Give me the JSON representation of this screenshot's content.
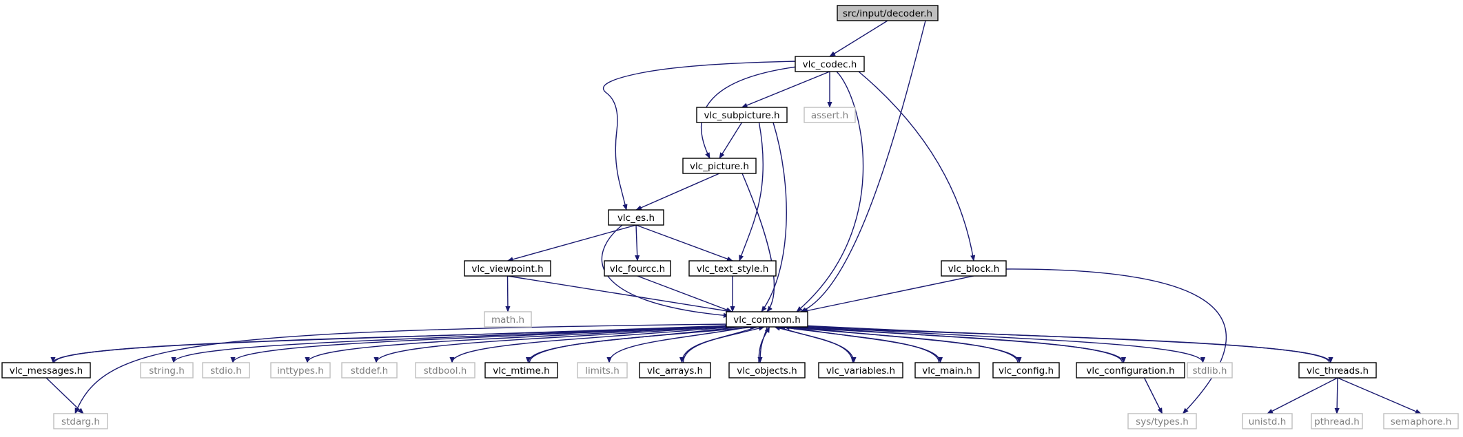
{
  "colors": {
    "edge": "#191970",
    "node_border": "#000000",
    "external_border": "#bfbfbf",
    "external_text": "#7f7f7f",
    "root_fill": "#bfbfbf",
    "node_fill": "#ffffff",
    "text": "#000000"
  },
  "nodes": [
    {
      "id": "decoder",
      "label": "src/input/decoder.h",
      "kind": "root"
    },
    {
      "id": "codec",
      "label": "vlc_codec.h",
      "kind": "local"
    },
    {
      "id": "subpicture",
      "label": "vlc_subpicture.h",
      "kind": "local"
    },
    {
      "id": "assert",
      "label": "assert.h",
      "kind": "external"
    },
    {
      "id": "picture",
      "label": "vlc_picture.h",
      "kind": "local"
    },
    {
      "id": "es",
      "label": "vlc_es.h",
      "kind": "local"
    },
    {
      "id": "viewpoint",
      "label": "vlc_viewpoint.h",
      "kind": "local"
    },
    {
      "id": "fourcc",
      "label": "vlc_fourcc.h",
      "kind": "local"
    },
    {
      "id": "textstyle",
      "label": "vlc_text_style.h",
      "kind": "local"
    },
    {
      "id": "block",
      "label": "vlc_block.h",
      "kind": "local"
    },
    {
      "id": "math",
      "label": "math.h",
      "kind": "external"
    },
    {
      "id": "common",
      "label": "vlc_common.h",
      "kind": "local"
    },
    {
      "id": "messages",
      "label": "vlc_messages.h",
      "kind": "local"
    },
    {
      "id": "string",
      "label": "string.h",
      "kind": "external"
    },
    {
      "id": "stdio",
      "label": "stdio.h",
      "kind": "external"
    },
    {
      "id": "inttypes",
      "label": "inttypes.h",
      "kind": "external"
    },
    {
      "id": "stddef",
      "label": "stddef.h",
      "kind": "external"
    },
    {
      "id": "stdbool",
      "label": "stdbool.h",
      "kind": "external"
    },
    {
      "id": "mtime",
      "label": "vlc_mtime.h",
      "kind": "local"
    },
    {
      "id": "limits",
      "label": "limits.h",
      "kind": "external"
    },
    {
      "id": "arrays",
      "label": "vlc_arrays.h",
      "kind": "local"
    },
    {
      "id": "objects",
      "label": "vlc_objects.h",
      "kind": "local"
    },
    {
      "id": "variables",
      "label": "vlc_variables.h",
      "kind": "local"
    },
    {
      "id": "main",
      "label": "vlc_main.h",
      "kind": "local"
    },
    {
      "id": "config",
      "label": "vlc_config.h",
      "kind": "local"
    },
    {
      "id": "configuration",
      "label": "vlc_configuration.h",
      "kind": "local"
    },
    {
      "id": "stdlib",
      "label": "stdlib.h",
      "kind": "external"
    },
    {
      "id": "threads",
      "label": "vlc_threads.h",
      "kind": "local"
    },
    {
      "id": "stdarg",
      "label": "stdarg.h",
      "kind": "external"
    },
    {
      "id": "systypes",
      "label": "sys/types.h",
      "kind": "external"
    },
    {
      "id": "unistd",
      "label": "unistd.h",
      "kind": "external"
    },
    {
      "id": "pthread",
      "label": "pthread.h",
      "kind": "external"
    },
    {
      "id": "semaphore",
      "label": "semaphore.h",
      "kind": "external"
    }
  ],
  "edges": [
    {
      "from": "decoder",
      "to": "codec"
    },
    {
      "from": "decoder",
      "to": "common"
    },
    {
      "from": "codec",
      "to": "subpicture"
    },
    {
      "from": "codec",
      "to": "assert"
    },
    {
      "from": "codec",
      "to": "picture"
    },
    {
      "from": "codec",
      "to": "es"
    },
    {
      "from": "codec",
      "to": "common"
    },
    {
      "from": "codec",
      "to": "block"
    },
    {
      "from": "subpicture",
      "to": "picture"
    },
    {
      "from": "subpicture",
      "to": "textstyle"
    },
    {
      "from": "subpicture",
      "to": "common"
    },
    {
      "from": "picture",
      "to": "es"
    },
    {
      "from": "picture",
      "to": "common"
    },
    {
      "from": "es",
      "to": "viewpoint"
    },
    {
      "from": "es",
      "to": "fourcc"
    },
    {
      "from": "es",
      "to": "textstyle"
    },
    {
      "from": "es",
      "to": "common"
    },
    {
      "from": "viewpoint",
      "to": "math"
    },
    {
      "from": "viewpoint",
      "to": "common"
    },
    {
      "from": "fourcc",
      "to": "common"
    },
    {
      "from": "textstyle",
      "to": "common"
    },
    {
      "from": "block",
      "to": "common"
    },
    {
      "from": "block",
      "to": "systypes"
    },
    {
      "from": "common",
      "to": "messages"
    },
    {
      "from": "common",
      "to": "string"
    },
    {
      "from": "common",
      "to": "stdio"
    },
    {
      "from": "common",
      "to": "inttypes"
    },
    {
      "from": "common",
      "to": "stddef"
    },
    {
      "from": "common",
      "to": "stdbool"
    },
    {
      "from": "common",
      "to": "mtime"
    },
    {
      "from": "common",
      "to": "limits"
    },
    {
      "from": "common",
      "to": "arrays"
    },
    {
      "from": "common",
      "to": "objects"
    },
    {
      "from": "common",
      "to": "variables"
    },
    {
      "from": "common",
      "to": "main"
    },
    {
      "from": "common",
      "to": "config"
    },
    {
      "from": "common",
      "to": "configuration"
    },
    {
      "from": "common",
      "to": "stdlib"
    },
    {
      "from": "common",
      "to": "threads"
    },
    {
      "from": "common",
      "to": "stdarg"
    },
    {
      "from": "messages",
      "to": "common"
    },
    {
      "from": "messages",
      "to": "stdarg"
    },
    {
      "from": "mtime",
      "to": "common"
    },
    {
      "from": "arrays",
      "to": "common"
    },
    {
      "from": "objects",
      "to": "common"
    },
    {
      "from": "variables",
      "to": "common"
    },
    {
      "from": "main",
      "to": "common"
    },
    {
      "from": "config",
      "to": "common"
    },
    {
      "from": "configuration",
      "to": "common"
    },
    {
      "from": "configuration",
      "to": "systypes"
    },
    {
      "from": "threads",
      "to": "common"
    },
    {
      "from": "threads",
      "to": "unistd"
    },
    {
      "from": "threads",
      "to": "pthread"
    },
    {
      "from": "threads",
      "to": "semaphore"
    }
  ]
}
